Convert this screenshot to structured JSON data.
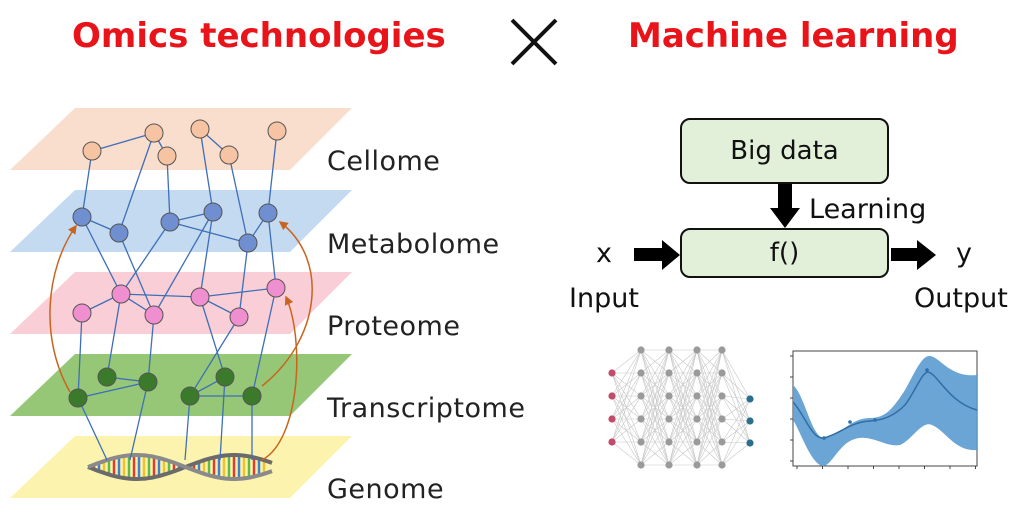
{
  "titles": {
    "left": "Omics technologies",
    "right": "Machine learning",
    "color": "#e8141a"
  },
  "layers": [
    {
      "key": "cellome",
      "label": "Cellome",
      "plane_color": "#f8d7c4",
      "node_color": "#f6c4a3"
    },
    {
      "key": "metabolome",
      "label": "Metabolome",
      "plane_color": "#b9d3ee",
      "node_color": "#6f8fd0"
    },
    {
      "key": "proteome",
      "label": "Proteome",
      "plane_color": "#f9c6cf",
      "node_color": "#f08fd0"
    },
    {
      "key": "transcriptome",
      "label": "Transcriptome",
      "plane_color": "#8fc46f",
      "node_color": "#3b7a2a"
    },
    {
      "key": "genome",
      "label": "Genome",
      "plane_color": "#fbf2a0",
      "node_color": ""
    }
  ],
  "flow": {
    "big_data": "Big data",
    "function": "f()",
    "learning": "Learning",
    "x": "x",
    "y": "y",
    "input": "Input",
    "output": "Output",
    "box_color": "#e2efd9"
  },
  "icons": [
    "multiply-icon",
    "neural-network-icon",
    "gaussian-process-plot-icon",
    "dna-helix-icon"
  ]
}
